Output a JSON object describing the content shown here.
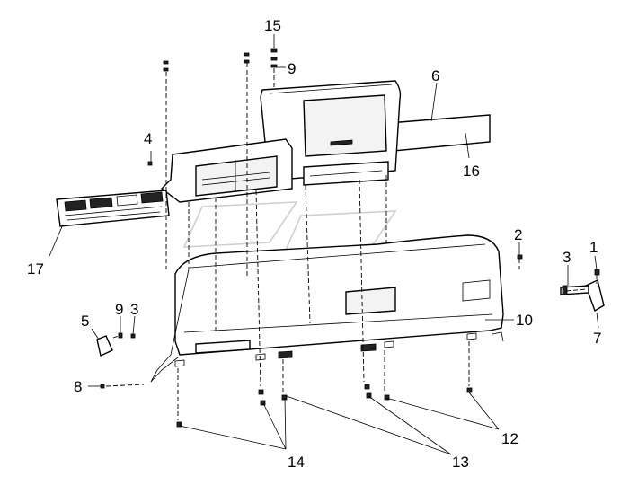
{
  "callouts": [
    {
      "id": "c15",
      "label": "15"
    },
    {
      "id": "c9a",
      "label": "9"
    },
    {
      "id": "c6",
      "label": "6"
    },
    {
      "id": "c4",
      "label": "4"
    },
    {
      "id": "c16",
      "label": "16"
    },
    {
      "id": "c2",
      "label": "2"
    },
    {
      "id": "c1",
      "label": "1"
    },
    {
      "id": "c3a",
      "label": "3"
    },
    {
      "id": "c17",
      "label": "17"
    },
    {
      "id": "c9b",
      "label": "9"
    },
    {
      "id": "c3b",
      "label": "3"
    },
    {
      "id": "c5",
      "label": "5"
    },
    {
      "id": "c10",
      "label": "10"
    },
    {
      "id": "c7",
      "label": "7"
    },
    {
      "id": "c8",
      "label": "8"
    },
    {
      "id": "c12",
      "label": "12"
    },
    {
      "id": "c14",
      "label": "14"
    },
    {
      "id": "c13",
      "label": "13"
    }
  ]
}
